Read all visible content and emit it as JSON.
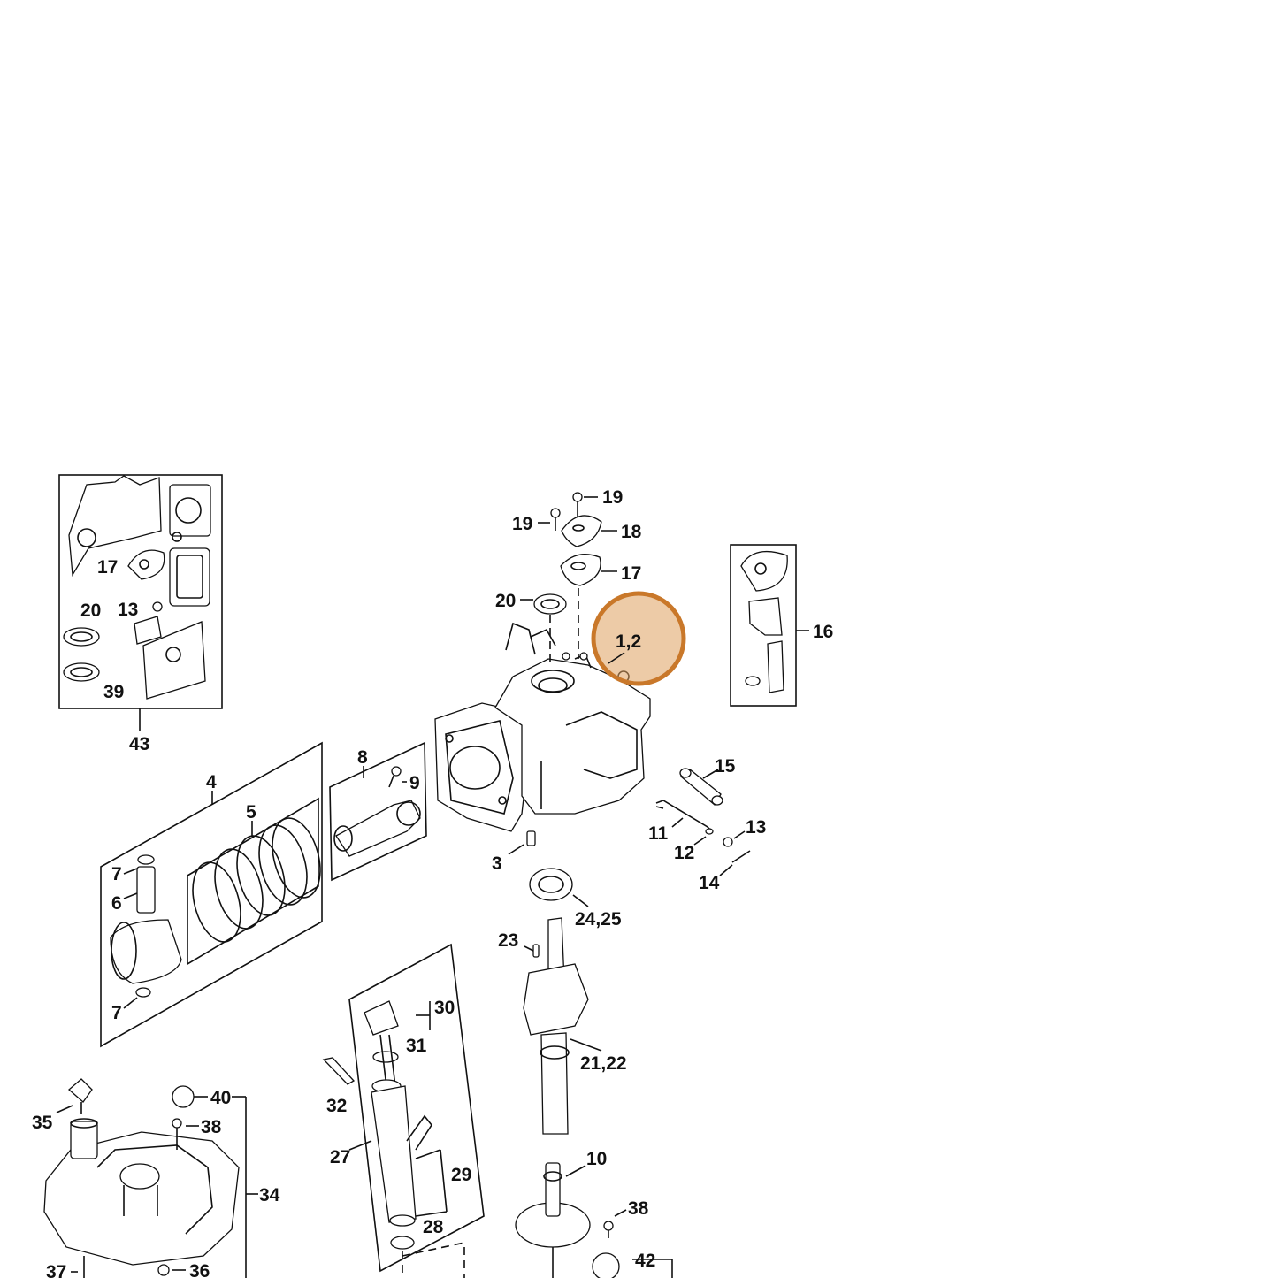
{
  "highlight": {
    "label": "1,2",
    "color": "#c9782a"
  },
  "callouts": {
    "c19a": "19",
    "c19b": "19",
    "c18": "18",
    "c17": "17",
    "c20": "20",
    "c16": "16",
    "c43": "43",
    "c17k": "17",
    "c20k": "20",
    "c13k": "13",
    "c39": "39",
    "c4": "4",
    "c5": "5",
    "c8": "8",
    "c9": "9",
    "c7a": "7",
    "c6": "6",
    "c7b": "7",
    "c15": "15",
    "c11": "11",
    "c12": "12",
    "c13": "13",
    "c14": "14",
    "c3": "3",
    "c2425": "24,25",
    "c23": "23",
    "c2122": "21,22",
    "c30": "30",
    "c31": "31",
    "c32": "32",
    "c27": "27",
    "c29": "29",
    "c28": "28",
    "c35": "35",
    "c40": "40",
    "c38a": "38",
    "c34": "34",
    "c37": "37",
    "c36": "36",
    "c10": "10",
    "c38b": "38",
    "c42": "42"
  }
}
